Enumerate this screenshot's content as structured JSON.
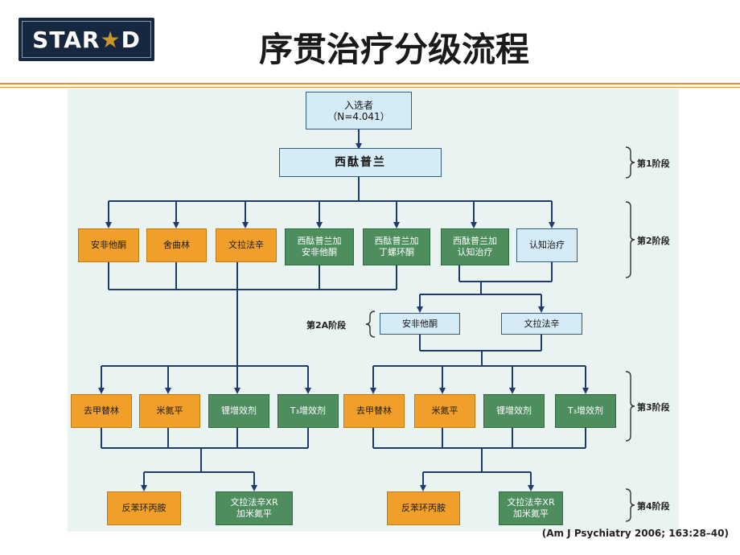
{
  "logo": {
    "text_before": "STAR",
    "star": "★",
    "text_after": "D"
  },
  "title": "序贯治疗分级流程",
  "citation": "(Am J Psychiatry 2006; 163:28–40)",
  "colors": {
    "blue_box": "#d5ecf6",
    "orange_box": "#f0a02a",
    "green_box": "#4e8d5e",
    "panel": "#e9f3f1",
    "line": "#1f3a6e"
  },
  "flow": {
    "enrolled": "入选者\n（N=4.041）",
    "citalopram": "西酞普兰",
    "level2": [
      "安非他酮",
      "舍曲林",
      "文拉法辛",
      "西酞普兰加\n安非他酮",
      "西酞普兰加\n丁螺环酮",
      "西酞普兰加\n认知治疗",
      "认知治疗"
    ],
    "level2a": [
      "安非他酮",
      "文拉法辛"
    ],
    "level3_left": [
      "去甲替林",
      "米氮平",
      "锂增效剂",
      "T₃增效剂"
    ],
    "level3_right": [
      "去甲替林",
      "米氮平",
      "锂增效剂",
      "T₃增效剂"
    ],
    "level4_left": [
      "反苯环丙胺",
      "文拉法辛XR\n加米氮平"
    ],
    "level4_right": [
      "反苯环丙胺",
      "文拉法辛XR\n加米氮平"
    ]
  },
  "stages": {
    "s1": "第1阶段",
    "s2": "第2阶段",
    "s2a": "第2A阶段",
    "s3": "第3阶段",
    "s4": "第4阶段"
  }
}
